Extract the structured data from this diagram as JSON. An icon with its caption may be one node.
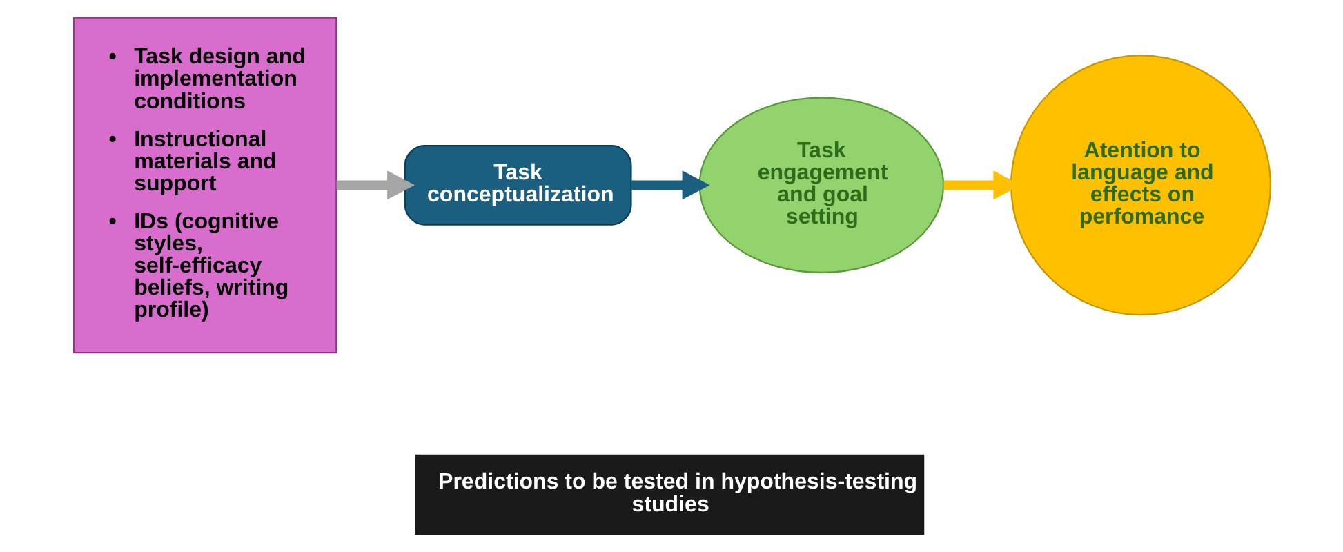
{
  "diagram": {
    "nodes": [
      {
        "text": [
          "• Task design and implementation conditions",
          "• Instructional materials and support",
          "• IDs (cognitive styles, self-efficacy beliefs, writing profile)"
        ]
      },
      {
        "text": [
          "Task conceptualization"
        ]
      },
      {
        "text": [
          "Task engagement and goal setting"
        ]
      },
      {
        "text": [
          "Atention to language and effects on perfomance"
        ]
      },
      {
        "text": [
          "Predictions to be tested in hypothesis-testing studies"
        ]
      }
    ],
    "edges": [
      {
        "from": 0,
        "to": 1,
        "arrow": "to",
        "color": "#a6a6a6"
      },
      {
        "from": 1,
        "to": 2,
        "arrow": "to",
        "color": "#1a5f80"
      },
      {
        "from": 2,
        "to": 3,
        "arrow": "to",
        "color": "#ffc000"
      }
    ]
  }
}
